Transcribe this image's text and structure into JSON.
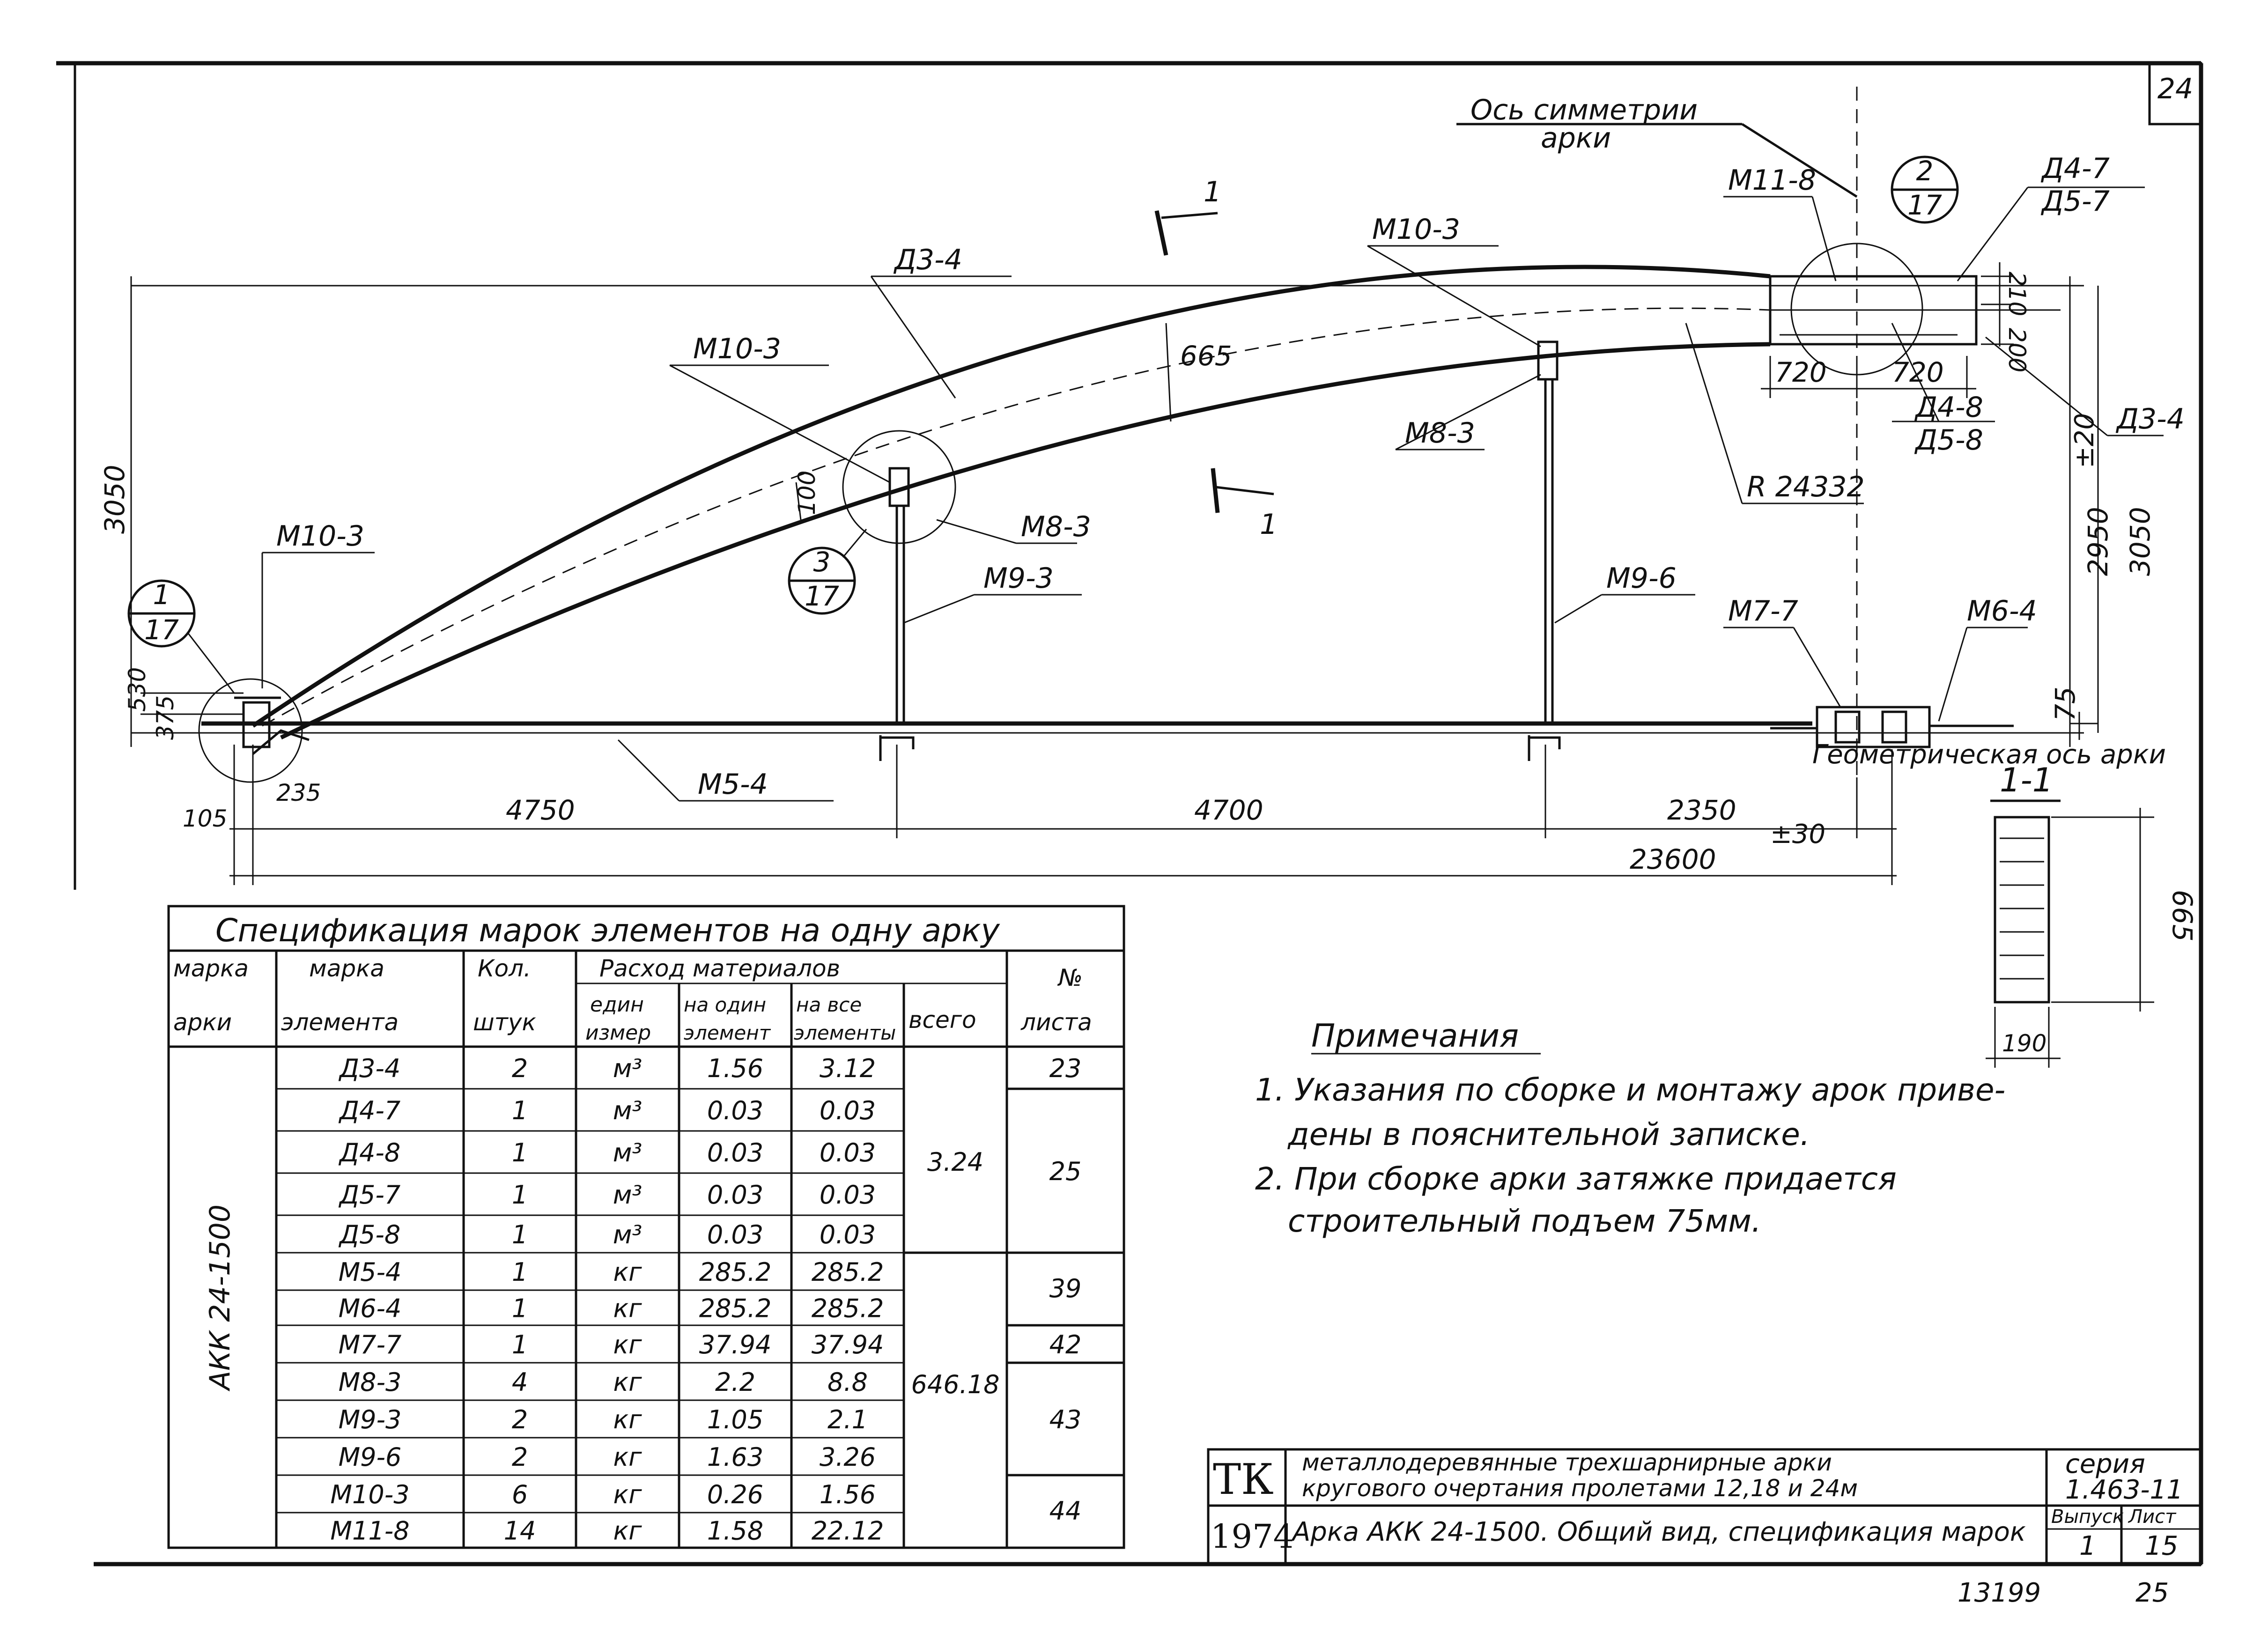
{
  "sheet_number": "24",
  "section_title": "1-1",
  "labels": {
    "symmetry_axis_line1": "Ось симметрии",
    "symmetry_axis_line2": "арки",
    "geometric_axis": "Геометрическая ось арки",
    "radius": "R 24332",
    "section_mark_1": "1",
    "section_mark_1b": "1",
    "elements": {
      "d3_4_top": "Д3-4",
      "d3_4_right": "Д3-4",
      "m10_3_left": "М10-3",
      "m10_3_mid": "М10-3",
      "m10_3_right": "М10-3",
      "m11_8": "М11-8",
      "d4_7": "Д4-7",
      "d5_7": "Д5-7",
      "d4_8": "Д4-8",
      "d5_8": "Д5-8",
      "m8_3_mid": "М8-3",
      "m8_3_right": "М8-3",
      "m9_3": "М9-3",
      "m9_6": "М9-6",
      "m7_7": "М7-7",
      "m6_4": "М6-4",
      "m5_4": "М5-4"
    }
  },
  "callouts": [
    {
      "top": "1",
      "bottom": "17"
    },
    {
      "top": "2",
      "bottom": "17"
    },
    {
      "top": "3",
      "bottom": "17"
    }
  ],
  "dimensions": {
    "left_height": "3050",
    "right_height": "3050",
    "rise": "2950",
    "rise_tol": "±20",
    "sag": "75",
    "depth_665": "665",
    "d530": "530",
    "d375": "375",
    "d105": "105",
    "d235": "235",
    "d100": "100",
    "d210": "210",
    "d200": "200",
    "left_720": "720",
    "right_720": "720",
    "span_4750": "4750",
    "span_4700": "4700",
    "span_2350": "2350",
    "total_span": "23600",
    "total_tol": "±30",
    "section_height": "665",
    "section_width": "190"
  },
  "spec_table": {
    "title": "Спецификация марок элементов на одну арку",
    "headers": {
      "arch_mark": [
        "марка",
        "арки"
      ],
      "element_mark": [
        "марка",
        "элемента"
      ],
      "qty": [
        "Кол.",
        "штук"
      ],
      "consumption": "Расход материалов",
      "unit": [
        "един",
        "измер"
      ],
      "per_one": [
        "на один",
        "элемент"
      ],
      "per_all": [
        "на все",
        "элементы"
      ],
      "total": "всего",
      "sheet_no": [
        "№",
        "листа"
      ]
    },
    "arch_mark_value": "АКК 24-1500",
    "rows": [
      {
        "element": "Д3-4",
        "qty": "2",
        "unit": "м³",
        "one": "1.56",
        "all": "3.12"
      },
      {
        "element": "Д4-7",
        "qty": "1",
        "unit": "м³",
        "one": "0.03",
        "all": "0.03"
      },
      {
        "element": "Д4-8",
        "qty": "1",
        "unit": "м³",
        "one": "0.03",
        "all": "0.03"
      },
      {
        "element": "Д5-7",
        "qty": "1",
        "unit": "м³",
        "one": "0.03",
        "all": "0.03"
      },
      {
        "element": "Д5-8",
        "qty": "1",
        "unit": "м³",
        "one": "0.03",
        "all": "0.03"
      },
      {
        "element": "М5-4",
        "qty": "1",
        "unit": "кг",
        "one": "285.2",
        "all": "285.2"
      },
      {
        "element": "М6-4",
        "qty": "1",
        "unit": "кг",
        "one": "285.2",
        "all": "285.2"
      },
      {
        "element": "М7-7",
        "qty": "1",
        "unit": "кг",
        "one": "37.94",
        "all": "37.94"
      },
      {
        "element": "М8-3",
        "qty": "4",
        "unit": "кг",
        "one": "2.2",
        "all": "8.8"
      },
      {
        "element": "М9-3",
        "qty": "2",
        "unit": "кг",
        "one": "1.05",
        "all": "2.1"
      },
      {
        "element": "М9-6",
        "qty": "2",
        "unit": "кг",
        "one": "1.63",
        "all": "3.26"
      },
      {
        "element": "М10-3",
        "qty": "6",
        "unit": "кг",
        "one": "0.26",
        "all": "1.56"
      },
      {
        "element": "М11-8",
        "qty": "14",
        "unit": "кг",
        "one": "1.58",
        "all": "22.12"
      }
    ],
    "totals": [
      "3.24",
      "646.18"
    ],
    "sheet_refs": [
      "23",
      "25",
      "39",
      "42",
      "43",
      "44"
    ]
  },
  "notes": {
    "title": "Примечания",
    "items": [
      "1. Указания по сборке и монтажу арок приве-",
      "дены в пояснительной записке.",
      "2. При сборке арки затяжке придается",
      "строительный подъем 75мм."
    ]
  },
  "title_block": {
    "tk": "ТК",
    "year": "1974",
    "description_line1": "металлодеревянные трехшарнирные арки",
    "description_line2": "кругового очертания пролетами 12,18 и 24м",
    "series_label": "серия",
    "series_value": "1.463-11",
    "sheet_caption": "Арка АКК 24-1500. Общий вид, спецификация марок",
    "issue_label": "Выпуск",
    "issue_value": "1",
    "page_label": "Лист",
    "page_value": "15"
  },
  "footer": {
    "doc_number": "13199",
    "page": "25"
  }
}
